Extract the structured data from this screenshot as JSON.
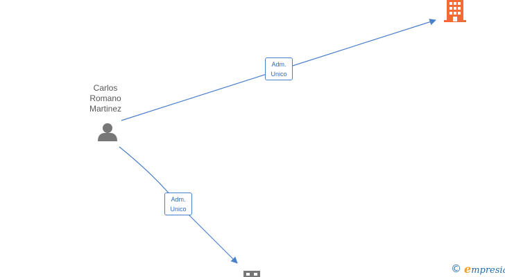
{
  "nodes": {
    "person": {
      "name": "Carlos\nRomano\nMartinez",
      "icon": "person-icon",
      "color": "#777777"
    },
    "company_top": {
      "icon": "building-icon",
      "color": "#f26a35"
    },
    "company_bottom": {
      "icon": "building-icon",
      "color": "#777777"
    }
  },
  "edges": [
    {
      "label": "Adm.\nUnico",
      "from": "person",
      "to": "company_top",
      "color": "#4a7fcb"
    },
    {
      "label": "Adm.\nUnico",
      "from": "person",
      "to": "company_bottom",
      "color": "#4a7fcb"
    }
  ],
  "brand": {
    "copyright": "©",
    "name_initial": "e",
    "name_rest": "mpresia"
  }
}
